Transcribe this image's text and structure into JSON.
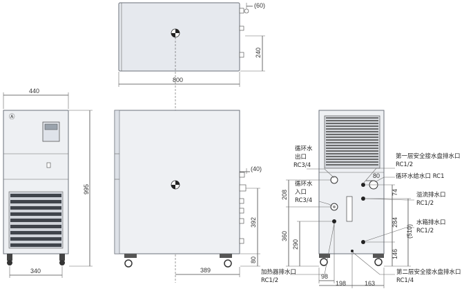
{
  "dimensions": {
    "front_width": "440",
    "front_height": "995",
    "front_foot_span": "340",
    "top_depth": "800",
    "top_port_offset": "(60)",
    "top_port_height": "240",
    "side_port_offset": "(40)",
    "side_392": "392",
    "side_80": "80",
    "side_389": "389",
    "rear_80": "80",
    "rear_74": "74",
    "rear_208": "208",
    "rear_284": "284",
    "rear_510": "(510)",
    "rear_360": "360",
    "rear_290": "290",
    "rear_146": "146",
    "rear_98": "98",
    "rear_198": "198",
    "rear_163": "163"
  },
  "labels": {
    "circ_out_l1": "循环水",
    "circ_out_l2": "出口",
    "circ_out_l3": "RC3/4",
    "circ_in_l1": "循环水",
    "circ_in_l2": "入口",
    "circ_in_l3": "RC3/4",
    "drain1_l1": "第一层安全接水盘排水口",
    "drain1_l2": "RC1/2",
    "supply": "循环水给水口 RC1",
    "overflow_l1": "溢流排水口",
    "overflow_l2": "RC1/2",
    "tank_l1": "水箱排水口",
    "tank_l2": "RC1/2",
    "heater_l1": "加热器排水口",
    "heater_l2": "RC1/2",
    "drain2_l1": "第二层安全接水盘排水口",
    "drain2_l2": "RC1/4"
  }
}
